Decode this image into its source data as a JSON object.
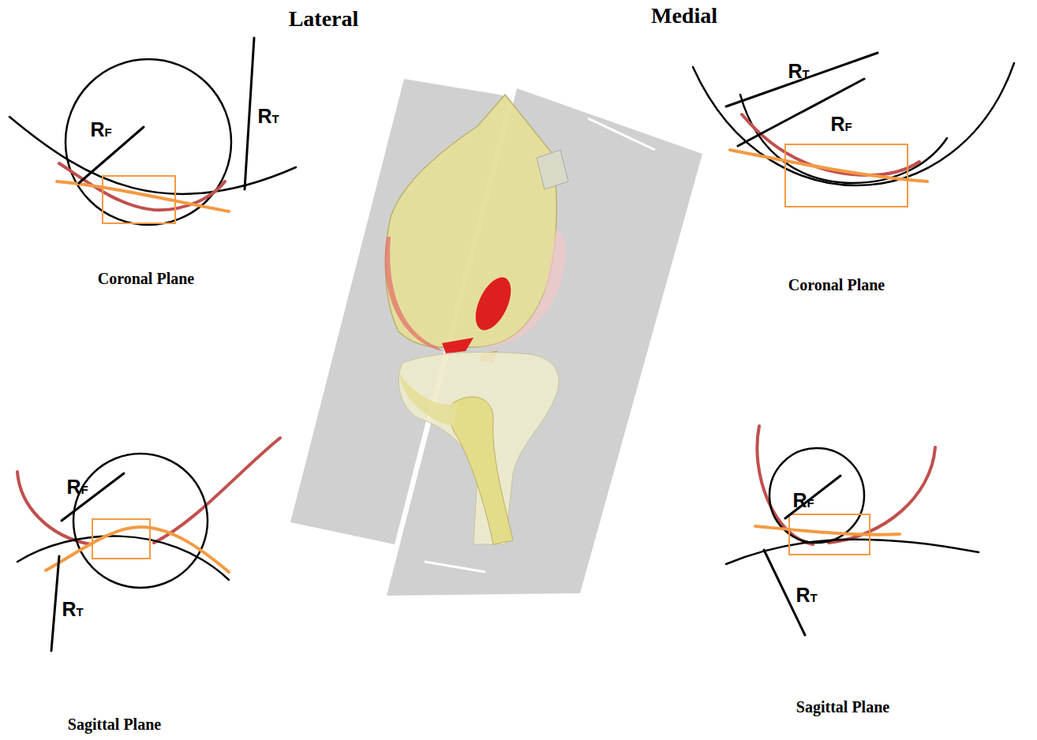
{
  "diagram": {
    "labels": [
      "Lateral",
      "Medial",
      "RF",
      "RT",
      "Coronal Plane",
      "RF",
      "RT",
      "Coronal Plane",
      "RF",
      "RT",
      "Sagittal Plane",
      "RF",
      "RT",
      "Sagittal Plane"
    ]
  }
}
